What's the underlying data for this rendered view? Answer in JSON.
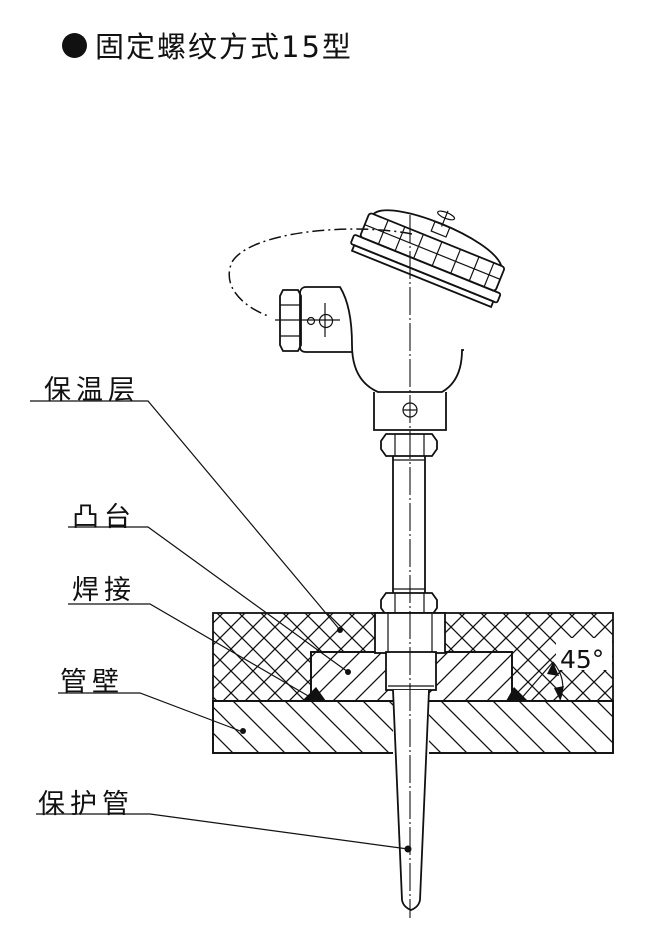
{
  "title": {
    "bullet_icon": "filled-circle-bullet",
    "text": "固定螺纹方式15型"
  },
  "labels": {
    "insulation_layer": "保温层",
    "boss": "凸台",
    "weld": "焊接",
    "pipe_wall": "管壁",
    "protection_tube": "保护管"
  },
  "annotations": {
    "weld_angle": "45°"
  },
  "colors": {
    "ink": "#111111",
    "background": "#ffffff"
  }
}
